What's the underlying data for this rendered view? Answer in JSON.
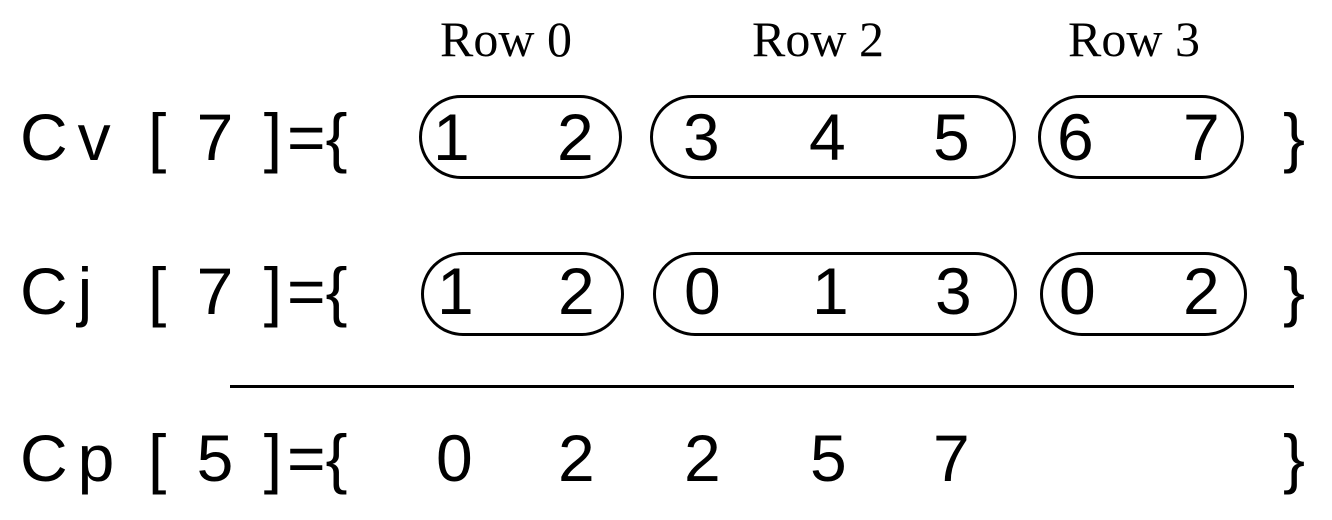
{
  "row_labels": [
    "Row 0",
    "Row 2",
    "Row 3"
  ],
  "cv": {
    "label": "Cv",
    "size": "[ 7 ]",
    "open": "={",
    "close": "}",
    "groups": [
      [
        "1",
        "2"
      ],
      [
        "3",
        "4",
        "5"
      ],
      [
        "6",
        "7"
      ]
    ]
  },
  "cj": {
    "label": "Cj",
    "size": "[ 7 ]",
    "open": "={",
    "close": "}",
    "groups": [
      [
        "1",
        "2"
      ],
      [
        "0",
        "1",
        "3"
      ],
      [
        "0",
        "2"
      ]
    ]
  },
  "cp": {
    "label": "Cp",
    "size": "[ 5 ]",
    "open": "={",
    "close": "}",
    "values": [
      "0",
      "2",
      "2",
      "5",
      "7"
    ]
  }
}
